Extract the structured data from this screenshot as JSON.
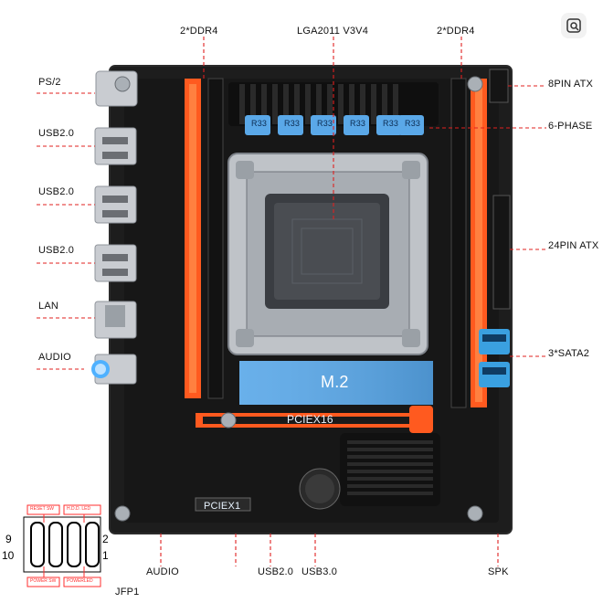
{
  "image": {
    "description_labels": {
      "left": [
        "PS/2",
        "USB2.0",
        "USB2.0",
        "USB2.0",
        "LAN",
        "AUDIO"
      ],
      "top": [
        "2*DDR4",
        "LGA2011 V3V4",
        "2*DDR4"
      ],
      "right": [
        "8PIN ATX",
        "6-PHASE",
        "24PIN ATX",
        "3*SATA2"
      ],
      "bottom": [
        "AUDIO",
        "USB2.0",
        "USB3.0",
        "SPK",
        "JFP1"
      ]
    },
    "board_text": {
      "m2": "M.2",
      "pciex16": "PCIEX16",
      "pciex1": "PCIEX1",
      "choke": "R33"
    },
    "jfp1_diagram": {
      "reset": "RESET SW",
      "hdd": "H.D.D. LED",
      "power_sw": "POWER SW",
      "power_led": "POWERLED",
      "pin_left_top": "9",
      "pin_left_bottom": "10",
      "pin_right_top": "2",
      "pin_right_bottom": "1"
    },
    "colors": {
      "pcb": "#1a1a1a",
      "dimm_slot": "#ff5a1f",
      "callout_line": "#e0201f",
      "m2_blue": "#5aa8e8",
      "sata_blue": "#3aa0e0"
    }
  }
}
